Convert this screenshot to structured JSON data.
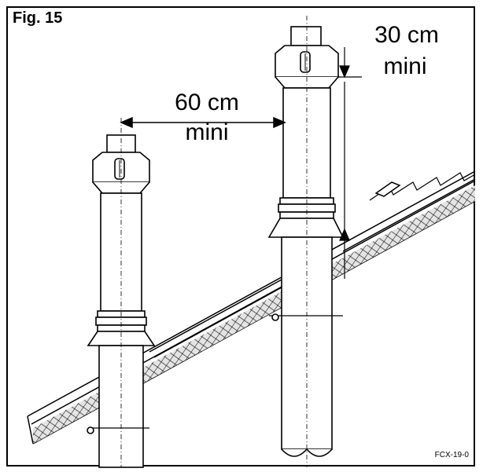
{
  "figure": {
    "label": "Fig. 15",
    "code": "FCX-19-0"
  },
  "dimensions": {
    "horizontal": {
      "value": "60 cm",
      "qualifier": "mini"
    },
    "vertical": {
      "value": "30 cm",
      "qualifier": "mini"
    }
  },
  "colors": {
    "ink": "#000000",
    "paper": "#ffffff",
    "hatch_fill": "#d8d8d8"
  }
}
